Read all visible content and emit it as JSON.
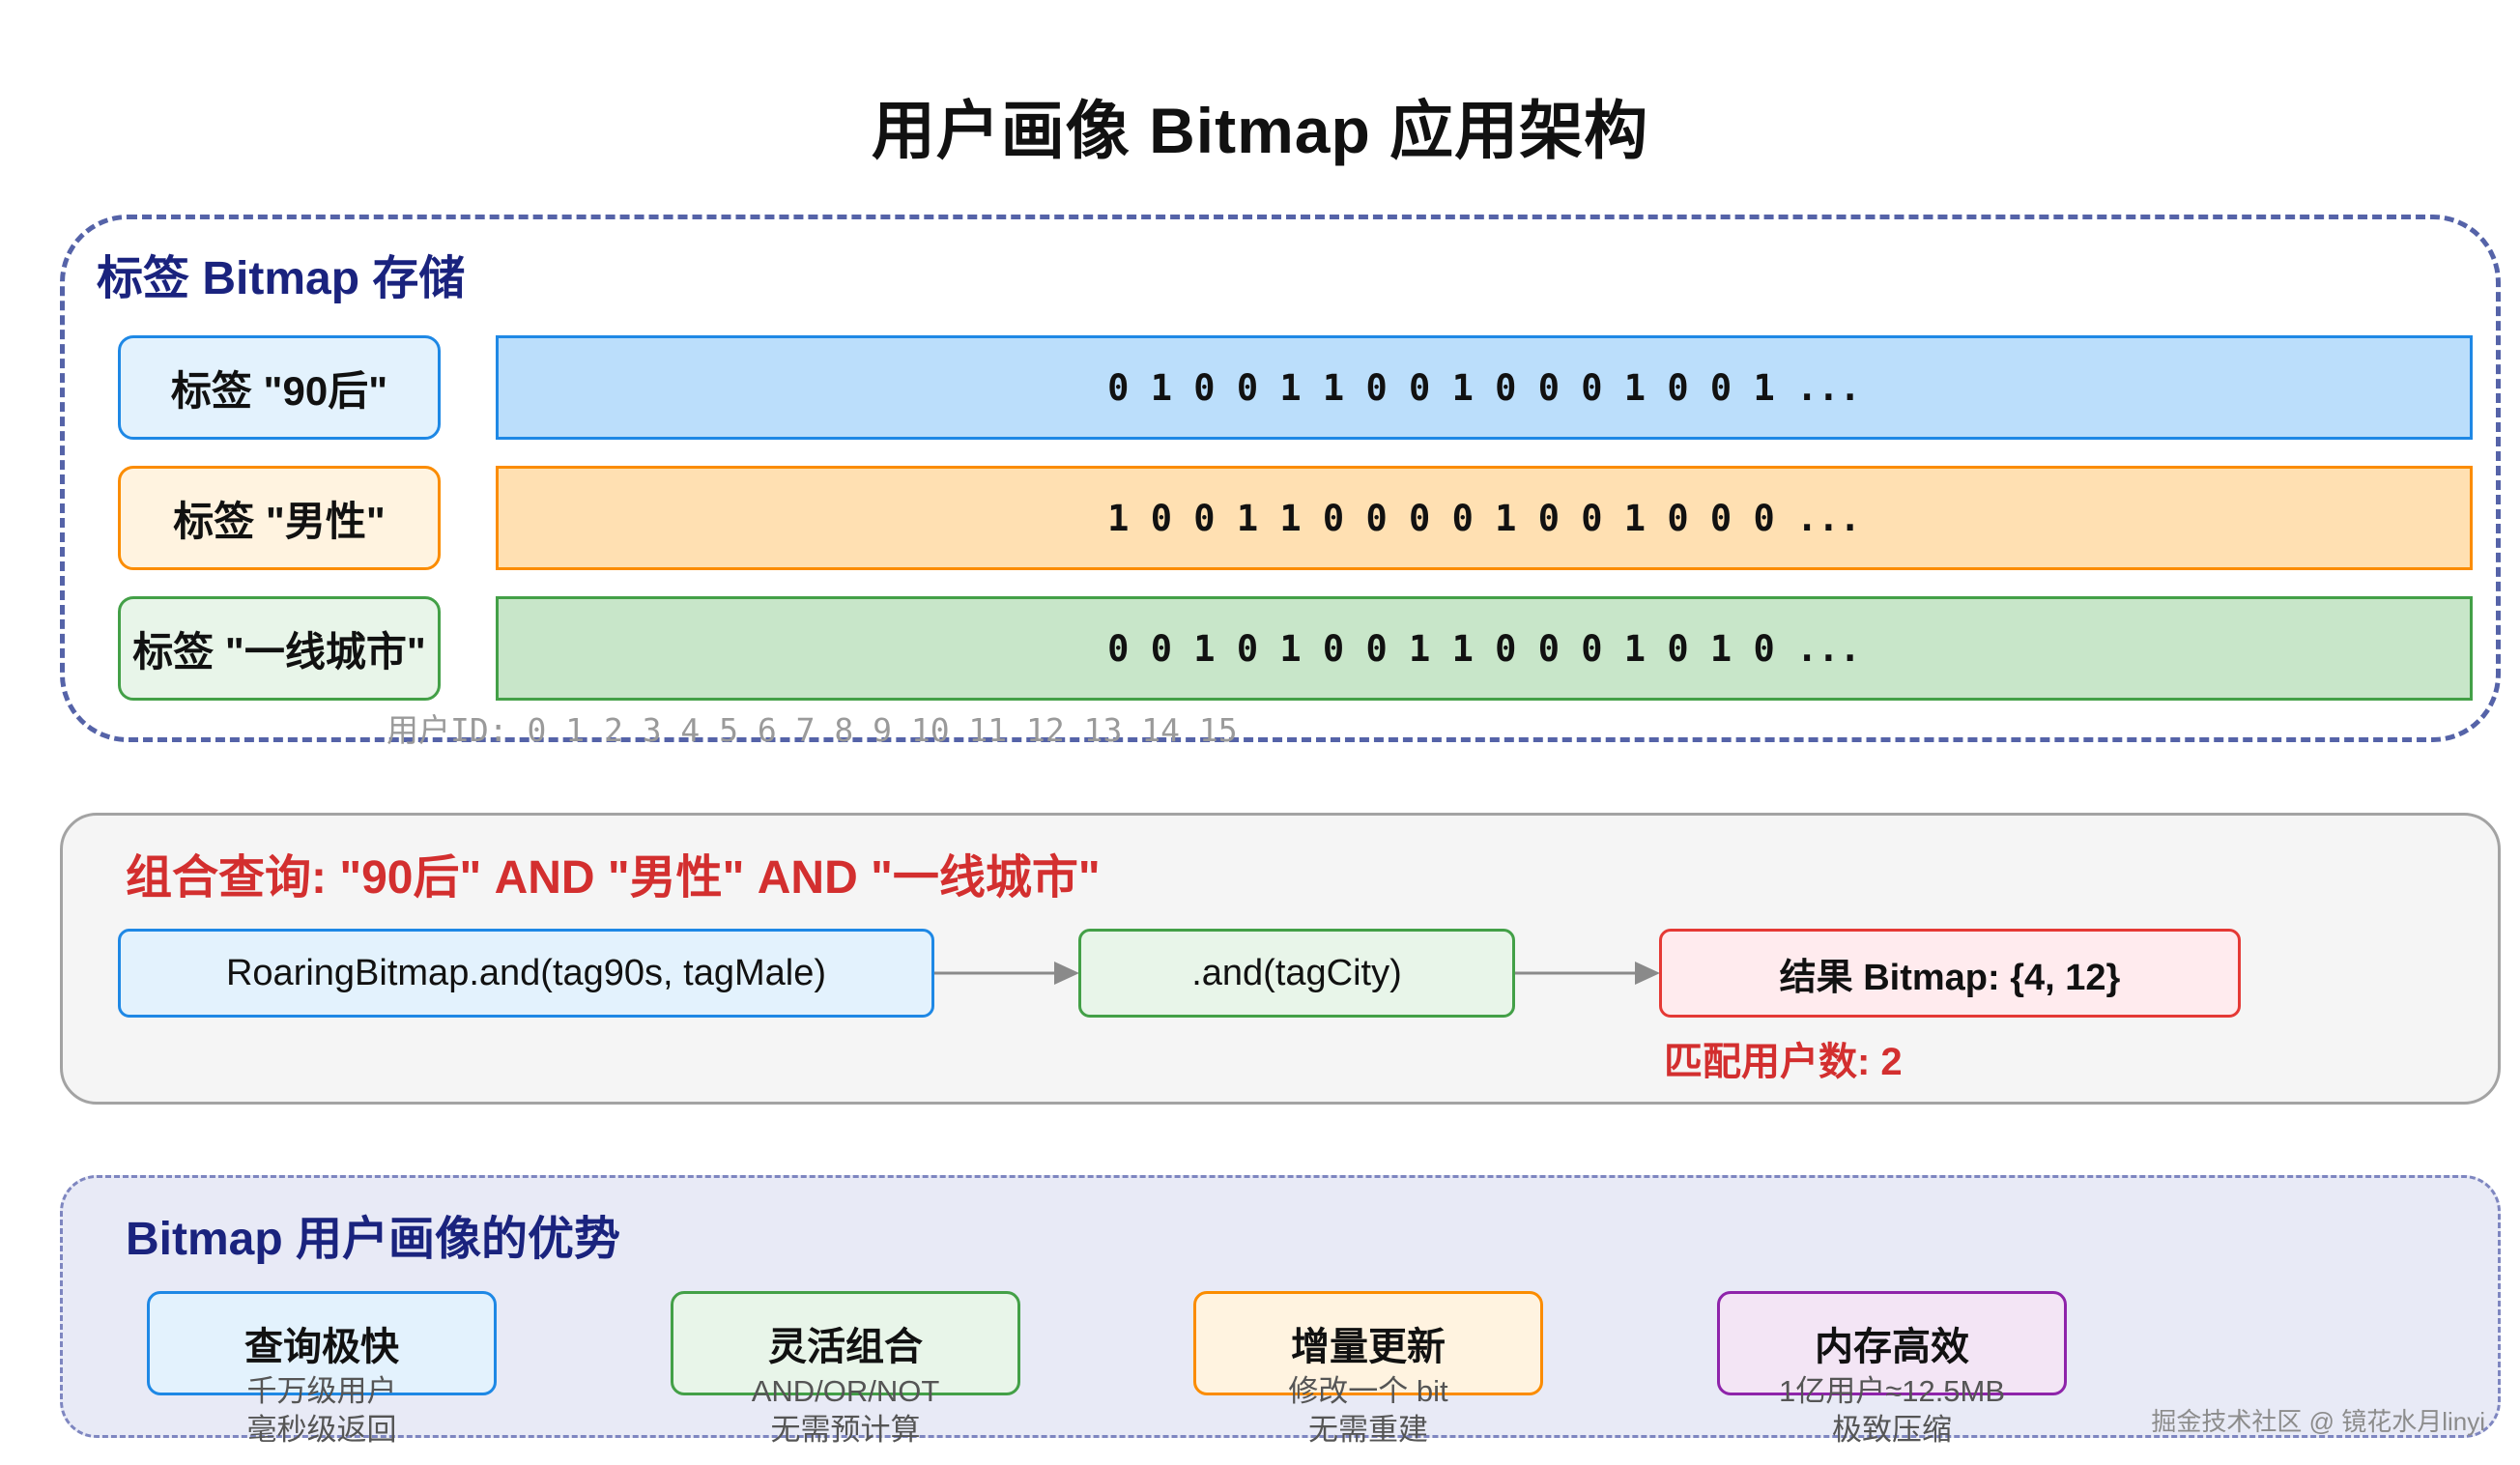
{
  "title": "用户画像 Bitmap 应用架构",
  "storage": {
    "title": "标签 Bitmap 存储",
    "rows": [
      {
        "label": "标签 \"90后\"",
        "bits": "0 1 0 0 1 1 0 0 1 0 0 0 1 0 0 1 ...",
        "fill": "#bbdefb",
        "border": "#1e88e5"
      },
      {
        "label": "标签 \"男性\"",
        "bits": "1 0 0 1 1 0 0 0 0 1 0 0 1 0 0 0 ...",
        "fill": "#ffe0b2",
        "border": "#fb8c00"
      },
      {
        "label": "标签 \"一线城市\"",
        "bits": "0 0 1 0 1 0 0 1 1 0 0 0 1 0 1 0 ...",
        "fill": "#c8e6c9",
        "border": "#43a047"
      }
    ],
    "user_id_label": "用户ID: 0 1 2 3 4 5 6 7 8 9 10 11 12 13 14 15"
  },
  "query": {
    "title": "组合查询: \"90后\" AND \"男性\" AND \"一线城市\"",
    "steps": [
      {
        "text": "RoaringBitmap.and(tag90s, tagMale)",
        "fill": "#e3f2fd",
        "border": "#1e88e5"
      },
      {
        "text": ".and(tagCity)",
        "fill": "#e8f5e9",
        "border": "#43a047"
      },
      {
        "text": "结果 Bitmap: {4, 12}",
        "fill": "#ffebee",
        "border": "#e53935"
      }
    ],
    "match_count": "匹配用户数: 2"
  },
  "advantages": {
    "title": "Bitmap 用户画像的优势",
    "cards": [
      {
        "title": "查询极快",
        "line1": "千万级用户",
        "line2": "毫秒级返回",
        "fill": "#e3f2fd",
        "border": "#1e88e5"
      },
      {
        "title": "灵活组合",
        "line1": "AND/OR/NOT",
        "line2": "无需预计算",
        "fill": "#e8f5e9",
        "border": "#43a047"
      },
      {
        "title": "增量更新",
        "line1": "修改一个 bit",
        "line2": "无需重建",
        "fill": "#fff3e0",
        "border": "#fb8c00"
      },
      {
        "title": "内存高效",
        "line1": "1亿用户≈12.5MB",
        "line2": "极致压缩",
        "fill": "#f3e5f5",
        "border": "#8e24aa"
      }
    ]
  },
  "watermark": "掘金技术社区 @ 镜花水月linyi",
  "colors": {
    "section_title_blue": "#1a237e",
    "query_title_red": "#d32f2f",
    "storage_border": "#5563a8",
    "arrow": "#8a8a8a"
  }
}
